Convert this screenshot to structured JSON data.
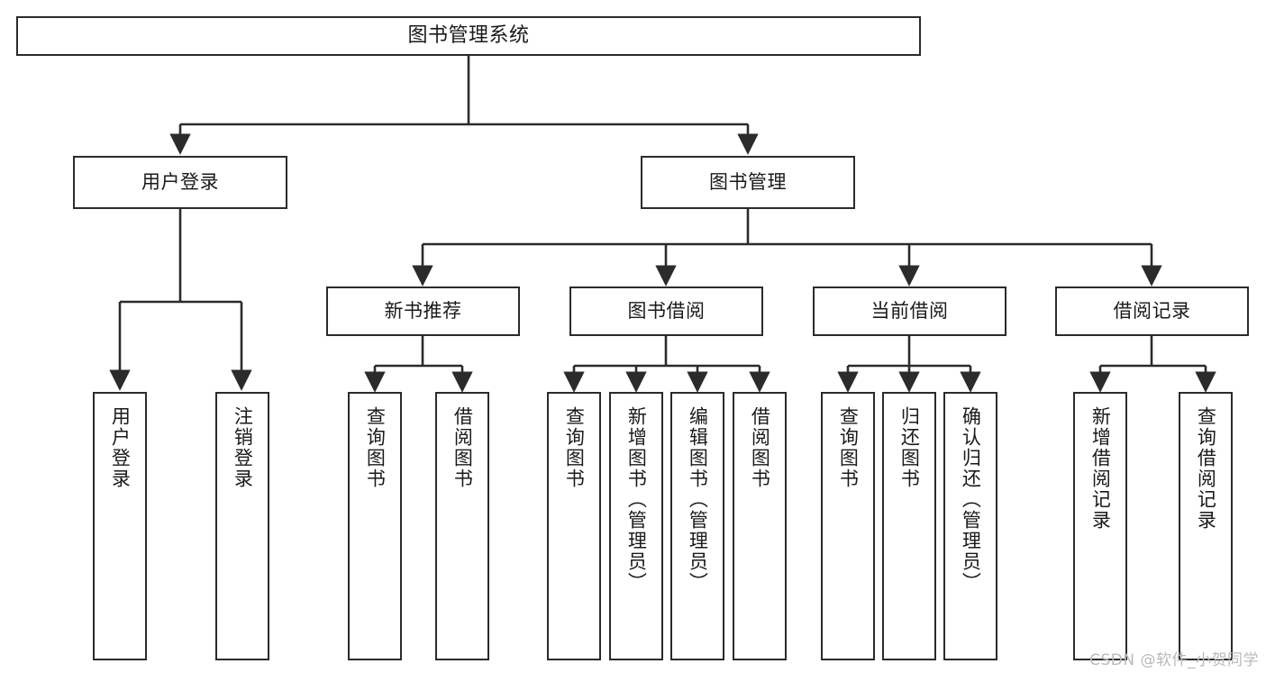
{
  "diagram": {
    "title_node": {
      "label": "图书管理系统"
    },
    "level1": [
      {
        "id": "user-login",
        "label": "用户登录"
      },
      {
        "id": "book-management",
        "label": "图书管理"
      }
    ],
    "level2": [
      {
        "id": "new-book-recommend",
        "label": "新书推荐"
      },
      {
        "id": "book-borrow",
        "label": "图书借阅"
      },
      {
        "id": "current-borrow",
        "label": "当前借阅"
      },
      {
        "id": "borrow-record",
        "label": "借阅记录"
      }
    ],
    "leaves": {
      "user-login": [
        {
          "id": "leaf-user-login",
          "label": "用户登录"
        },
        {
          "id": "leaf-logout",
          "label": "注销登录"
        }
      ],
      "new-book-recommend": [
        {
          "id": "leaf-query-book-1",
          "label": "查询图书"
        },
        {
          "id": "leaf-borrow-book-1",
          "label": "借阅图书"
        }
      ],
      "book-borrow": [
        {
          "id": "leaf-query-book-2",
          "label": "查询图书"
        },
        {
          "id": "leaf-add-book",
          "label": "新增图书（管理员）"
        },
        {
          "id": "leaf-edit-book",
          "label": "编辑图书（管理员）"
        },
        {
          "id": "leaf-borrow-book-2",
          "label": "借阅图书"
        }
      ],
      "current-borrow": [
        {
          "id": "leaf-query-book-3",
          "label": "查询图书"
        },
        {
          "id": "leaf-return-book",
          "label": "归还图书"
        },
        {
          "id": "leaf-confirm-return",
          "label": "确认归还（管理员）"
        }
      ],
      "borrow-record": [
        {
          "id": "leaf-add-record",
          "label": "新增借阅记录"
        },
        {
          "id": "leaf-query-record",
          "label": "查询借阅记录"
        }
      ]
    }
  },
  "watermark": {
    "text": "CSDN @软件_小贺同学"
  },
  "colors": {
    "stroke": "#2b2b2b",
    "background": "#ffffff",
    "text": "#1a1a1a",
    "watermark": "#b9b9b9"
  }
}
